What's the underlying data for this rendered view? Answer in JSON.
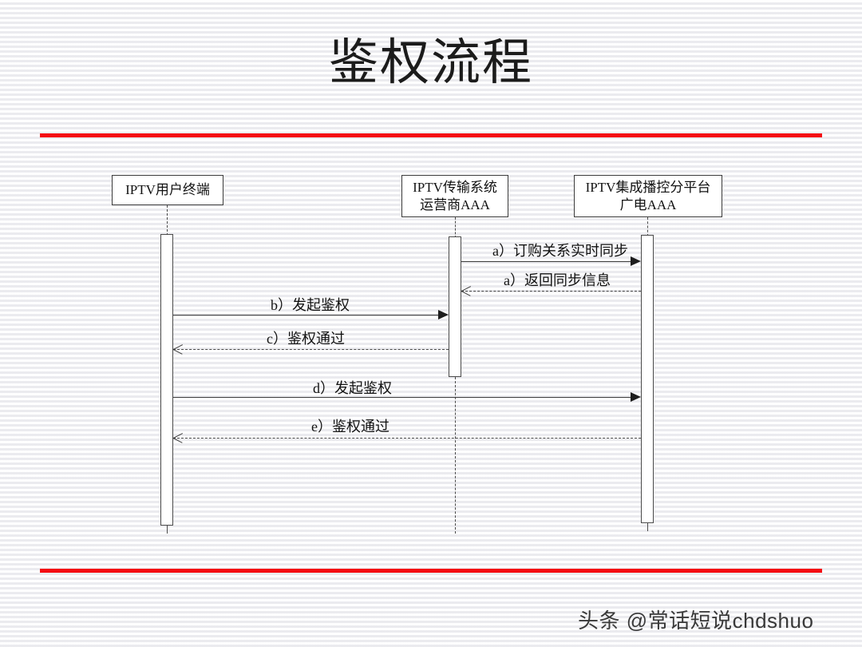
{
  "slide": {
    "title": "鉴权流程",
    "accent_color": "#f40c13",
    "background_color": "#f8f8f9",
    "watermark": "头条 @常话短说chdshuo"
  },
  "diagram": {
    "type": "uml-sequence-diagram",
    "participants": [
      {
        "id": "terminal",
        "line1": "IPTV用户终端",
        "line2": ""
      },
      {
        "id": "transport",
        "line1": "IPTV传输系统",
        "line2": "运营商AAA"
      },
      {
        "id": "platform",
        "line1": "IPTV集成播控分平台",
        "line2": "广电AAA"
      }
    ],
    "messages": [
      {
        "seq": "a）",
        "label": "a）订购关系实时同步",
        "text": "订购关系实时同步",
        "from": "transport",
        "to": "platform",
        "style": "solid",
        "arrow": "filled-right"
      },
      {
        "seq": "a）",
        "label": "a）返回同步信息",
        "text": "返回同步信息",
        "from": "platform",
        "to": "transport",
        "style": "dashed",
        "arrow": "open-left"
      },
      {
        "seq": "b）",
        "label": "b）发起鉴权",
        "text": "发起鉴权",
        "from": "terminal",
        "to": "transport",
        "style": "solid",
        "arrow": "filled-right"
      },
      {
        "seq": "c）",
        "label": "c）鉴权通过",
        "text": "鉴权通过",
        "from": "transport",
        "to": "terminal",
        "style": "dashed",
        "arrow": "open-left"
      },
      {
        "seq": "d）",
        "label": "d）发起鉴权",
        "text": "发起鉴权",
        "from": "terminal",
        "to": "platform",
        "style": "solid",
        "arrow": "filled-right"
      },
      {
        "seq": "e）",
        "label": "e）鉴权通过",
        "text": "鉴权通过",
        "from": "platform",
        "to": "terminal",
        "style": "dashed",
        "arrow": "open-left"
      }
    ]
  }
}
